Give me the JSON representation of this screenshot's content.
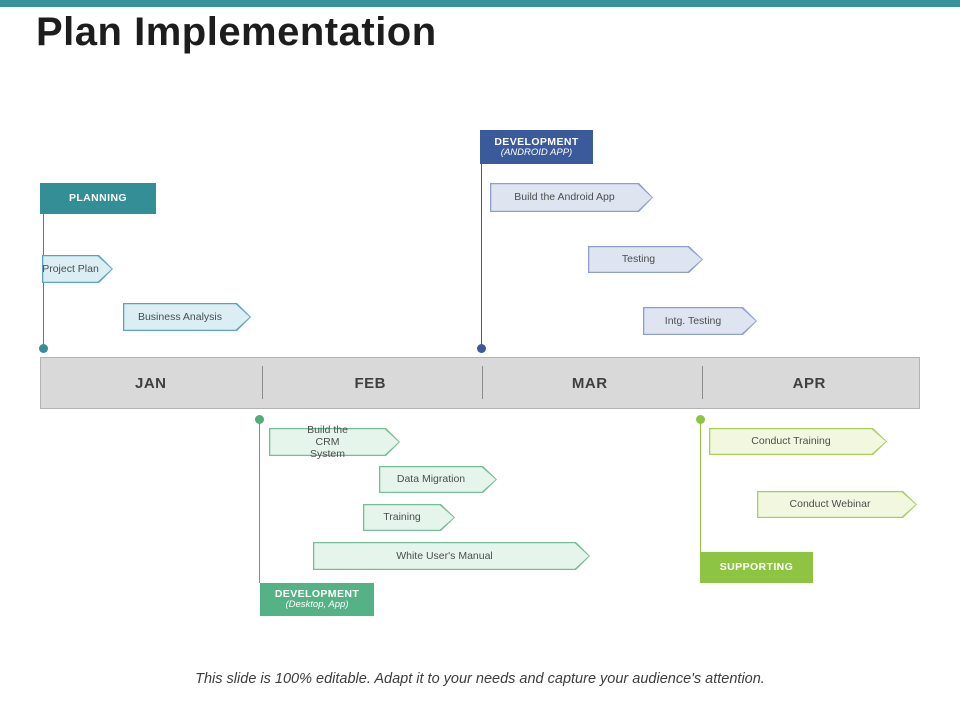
{
  "slide": {
    "title": "Plan Implementation",
    "footer": "This slide is 100% editable. Adapt it to your needs and capture your audience's attention."
  },
  "timeline": {
    "months": [
      "JAN",
      "FEB",
      "MAR",
      "APR"
    ]
  },
  "groups": {
    "planning": {
      "label": "PLANNING",
      "tasks": [
        {
          "label": "Project Plan"
        },
        {
          "label": "Business Analysis"
        }
      ]
    },
    "dev_android": {
      "label": "DEVELOPMENT",
      "sublabel": "(ANDROID APP)",
      "tasks": [
        {
          "label": "Build the Android App"
        },
        {
          "label": "Testing"
        },
        {
          "label": "Intg. Testing"
        }
      ]
    },
    "dev_desktop": {
      "label": "DEVELOPMENT",
      "sublabel": "(Desktop, App)",
      "tasks": [
        {
          "label": "Build the CRM System"
        },
        {
          "label": "Data Migration"
        },
        {
          "label": "Training"
        },
        {
          "label": "White User's Manual"
        }
      ]
    },
    "supporting": {
      "label": "SUPPORTING",
      "tasks": [
        {
          "label": "Conduct Training"
        },
        {
          "label": "Conduct Webinar"
        }
      ]
    }
  },
  "colors": {
    "teal-bar": "#37939a",
    "planning-header": "#338e96",
    "planning-fill": "#daeef4",
    "planning-border": "#5da4b8",
    "android-header": "#3a5a9b",
    "android-fill": "#dee5f1",
    "android-border": "#8e9fcb",
    "desktop-header": "#55b286",
    "desktop-dot": "#4fae74",
    "desktop-fill": "#e6f5ec",
    "desktop-border": "#74bf97",
    "supporting-header": "#8dc542",
    "supporting-fill": "#f2f8e0",
    "supporting-border": "#a9cf5d",
    "timeline-fill": "#d9d9d9",
    "timeline-border": "#b3b3b3"
  }
}
